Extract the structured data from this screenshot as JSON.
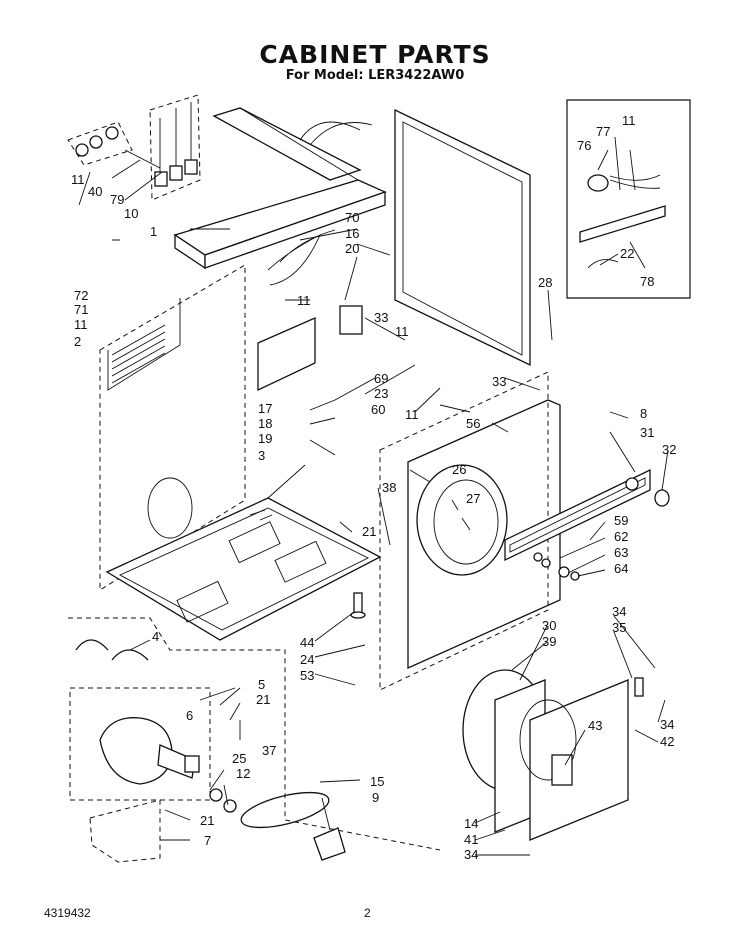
{
  "title": "CABINET PARTS",
  "subtitle": "For Model: LER3422AW0",
  "doc_number": "4319432",
  "page_number": "2",
  "callouts": [
    "11",
    "40",
    "79",
    "10",
    "72",
    "71",
    "11",
    "2",
    "1",
    "70",
    "16",
    "20",
    "11",
    "33",
    "69",
    "23",
    "17",
    "18",
    "60",
    "11",
    "19",
    "3",
    "21",
    "38",
    "26",
    "27",
    "44",
    "24",
    "53",
    "33",
    "28",
    "56",
    "8",
    "31",
    "32",
    "59",
    "62",
    "63",
    "64",
    "11",
    "77",
    "76",
    "22",
    "78",
    "4",
    "5",
    "21",
    "6",
    "37",
    "25",
    "12",
    "15",
    "9",
    "21",
    "7",
    "30",
    "39",
    "43",
    "34",
    "35",
    "34",
    "42",
    "14",
    "41",
    "34",
    "11"
  ]
}
